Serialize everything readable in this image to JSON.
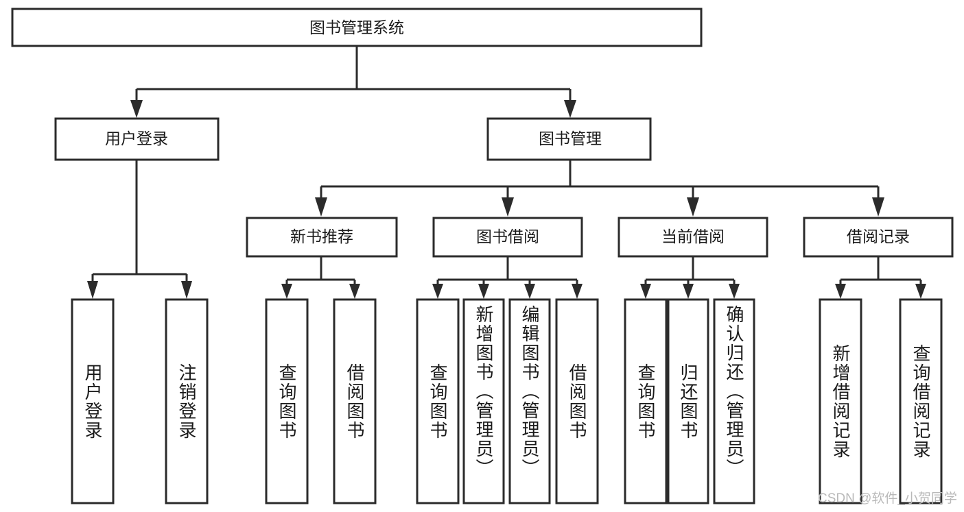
{
  "diagram": {
    "type": "tree",
    "title": "图书管理系统",
    "watermark": "CSDN @软件_小贺同学",
    "colors": {
      "stroke": "#2b2b2b",
      "fill": "#ffffff",
      "text": "#1a1a1a",
      "watermark": "#b9b9b9",
      "background": "#ffffff"
    },
    "levels": {
      "root": {
        "label": "图书管理系统"
      },
      "level2": [
        {
          "id": "user-login",
          "label": "用户登录"
        },
        {
          "id": "book-manage",
          "label": "图书管理"
        }
      ],
      "level3": [
        {
          "id": "new-book-rec",
          "label": "新书推荐"
        },
        {
          "id": "book-borrow",
          "label": "图书借阅"
        },
        {
          "id": "current-borrow",
          "label": "当前借阅"
        },
        {
          "id": "borrow-record",
          "label": "借阅记录"
        }
      ],
      "level4": {
        "user-login": [
          {
            "id": "leaf-user-login",
            "label": "用户登录"
          },
          {
            "id": "leaf-logout",
            "label": "注销登录"
          }
        ],
        "new-book-rec": [
          {
            "id": "leaf-query-book-1",
            "label": "查询图书"
          },
          {
            "id": "leaf-borrow-book-1",
            "label": "借阅图书"
          }
        ],
        "book-borrow": [
          {
            "id": "leaf-query-book-2",
            "label": "查询图书"
          },
          {
            "id": "leaf-add-book",
            "label": "新增图书（管理员）"
          },
          {
            "id": "leaf-edit-book",
            "label": "编辑图书（管理员）"
          },
          {
            "id": "leaf-borrow-book-2",
            "label": "借阅图书"
          }
        ],
        "current-borrow": [
          {
            "id": "leaf-query-book-3",
            "label": "查询图书"
          },
          {
            "id": "leaf-return-book",
            "label": "归还图书"
          },
          {
            "id": "leaf-confirm-return",
            "label": "确认归还（管理员）"
          }
        ],
        "borrow-record": [
          {
            "id": "leaf-add-record",
            "label": "新增借阅记录"
          },
          {
            "id": "leaf-query-record",
            "label": "查询借阅记录"
          }
        ]
      }
    }
  }
}
